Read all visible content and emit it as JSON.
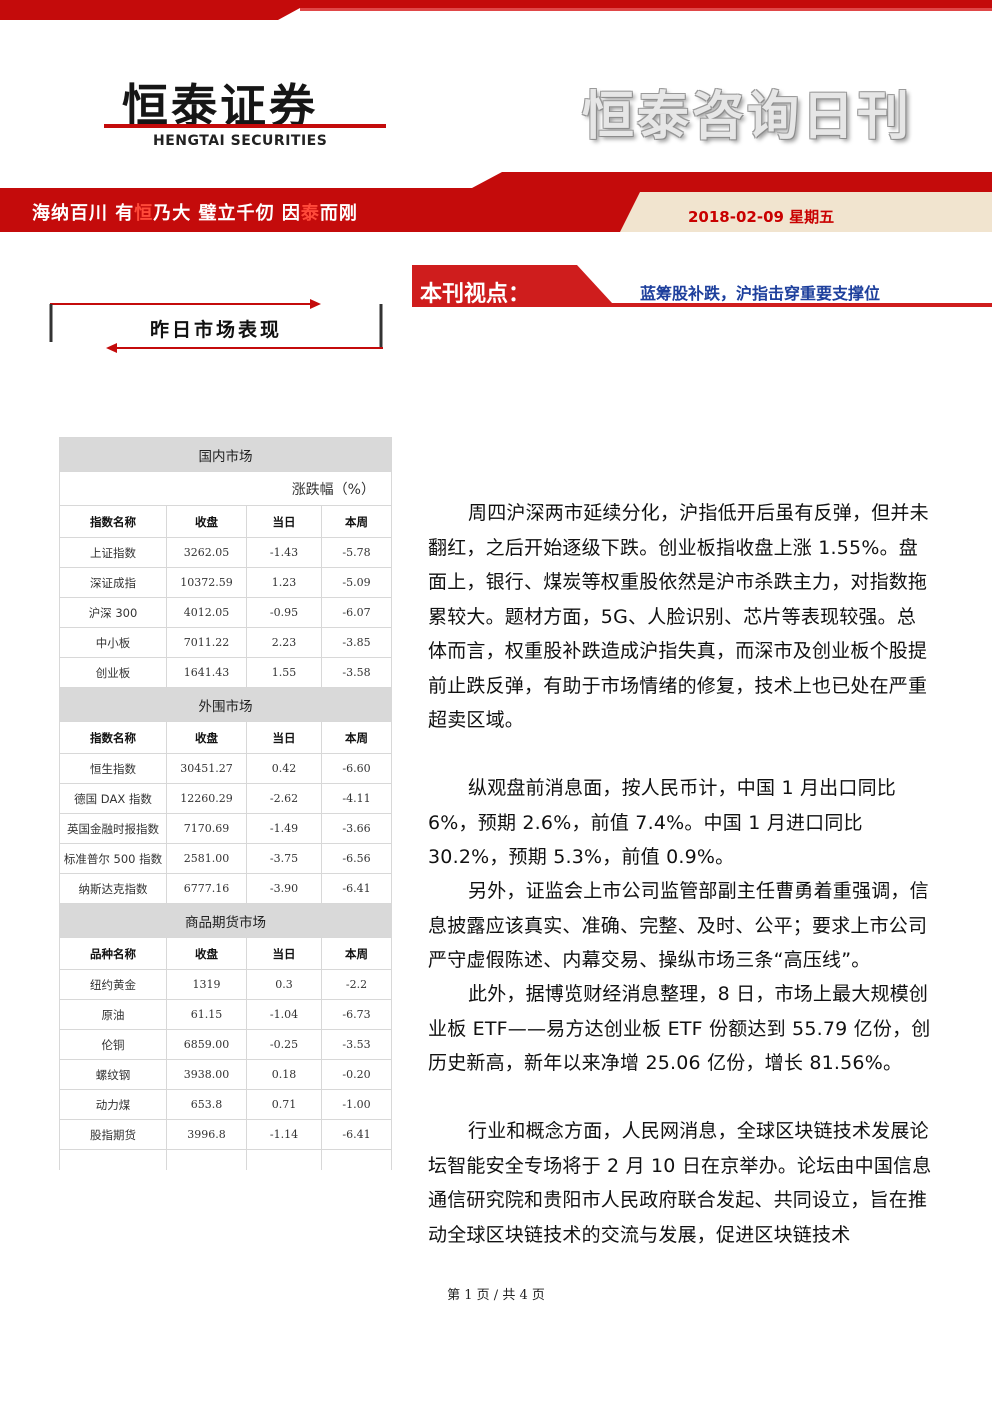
{
  "colors": {
    "brand_red": "#c40b0b",
    "headline_blue": "#1d3f9c",
    "table_header_gray": "#d9d9d9"
  },
  "header": {
    "logo_cn": "恒泰证券",
    "logo_en": "HENGTAI SECURITIES",
    "publication_title": "恒泰咨询日刊",
    "slogan_parts": [
      "海纳百川 有",
      "恒",
      "乃大 璧立千仞 因",
      "泰",
      "而刚"
    ],
    "date": "2018-02-09 星期五"
  },
  "viewpoint": {
    "label": "本刊视点：",
    "headline": "蓝筹股补跌，沪指击穿重要支撑位"
  },
  "section": {
    "title": "昨日市场表现"
  },
  "market_table": {
    "unit_label": "涨跌幅（%）",
    "groups": [
      {
        "title": "国内市场",
        "columns": [
          "指数名称",
          "收盘",
          "当日",
          "本周"
        ],
        "rows": [
          [
            "上证指数",
            "3262.05",
            "-1.43",
            "-5.78"
          ],
          [
            "深证成指",
            "10372.59",
            "1.23",
            "-5.09"
          ],
          [
            "沪深 300",
            "4012.05",
            "-0.95",
            "-6.07"
          ],
          [
            "中小板",
            "7011.22",
            "2.23",
            "-3.85"
          ],
          [
            "创业板",
            "1641.43",
            "1.55",
            "-3.58"
          ]
        ]
      },
      {
        "title": "外围市场",
        "columns": [
          "指数名称",
          "收盘",
          "当日",
          "本周"
        ],
        "rows": [
          [
            "恒生指数",
            "30451.27",
            "0.42",
            "-6.60"
          ],
          [
            "德国 DAX 指数",
            "12260.29",
            "-2.62",
            "-4.11"
          ],
          [
            "英国金融时报指数",
            "7170.69",
            "-1.49",
            "-3.66"
          ],
          [
            "标准普尔 500 指数",
            "2581.00",
            "-3.75",
            "-6.56"
          ],
          [
            "纳斯达克指数",
            "6777.16",
            "-3.90",
            "-6.41"
          ]
        ]
      },
      {
        "title": "商品期货市场",
        "columns": [
          "品种名称",
          "收盘",
          "当日",
          "本周"
        ],
        "rows": [
          [
            "纽约黄金",
            "1319",
            "0.3",
            "-2.2"
          ],
          [
            "原油",
            "61.15",
            "-1.04",
            "-6.73"
          ],
          [
            "伦铜",
            "6859.00",
            "-0.25",
            "-3.53"
          ],
          [
            "螺纹钢",
            "3938.00",
            "0.18",
            "-0.20"
          ],
          [
            "动力煤",
            "653.8",
            "0.71",
            "-1.00"
          ],
          [
            "股指期货",
            "3996.8",
            "-1.14",
            "-6.41"
          ]
        ]
      }
    ]
  },
  "body": {
    "paragraphs": [
      "周四沪深两市延续分化，沪指低开后虽有反弹，但并未翻红，之后开始逐级下跌。创业板指收盘上涨 1.55%。盘面上，银行、煤炭等权重股依然是沪市杀跌主力，对指数拖累较大。题材方面，5G、人脸识别、芯片等表现较强。总体而言，权重股补跌造成沪指失真，而深市及创业板个股提前止跌反弹，有助于市场情绪的修复，技术上也已处在严重超卖区域。",
      "纵观盘前消息面，按人民币计，中国 1 月出口同比 6%，预期 2.6%，前值 7.4%。中国 1 月进口同比 30.2%，预期 5.3%，前值 0.9%。",
      "另外，证监会上市公司监管部副主任曹勇着重强调，信息披露应该真实、准确、完整、及时、公平；要求上市公司严守虚假陈述、内幕交易、操纵市场三条“高压线”。",
      "此外，据博览财经消息整理，8 日，市场上最大规模创业板 ETF——易方达创业板 ETF 份额达到 55.79 亿份，创历史新高，新年以来净增 25.06 亿份，增长 81.56%。",
      "行业和概念方面，人民网消息，全球区块链技术发展论坛智能安全专场将于 2 月 10 日在京举办。论坛由中国信息通信研究院和贵阳市人民政府联合发起、共同设立，旨在推动全球区块链技术的交流与发展，促进区块链技术"
    ]
  },
  "footer": {
    "page_info": "第 1 页 / 共 4 页"
  }
}
